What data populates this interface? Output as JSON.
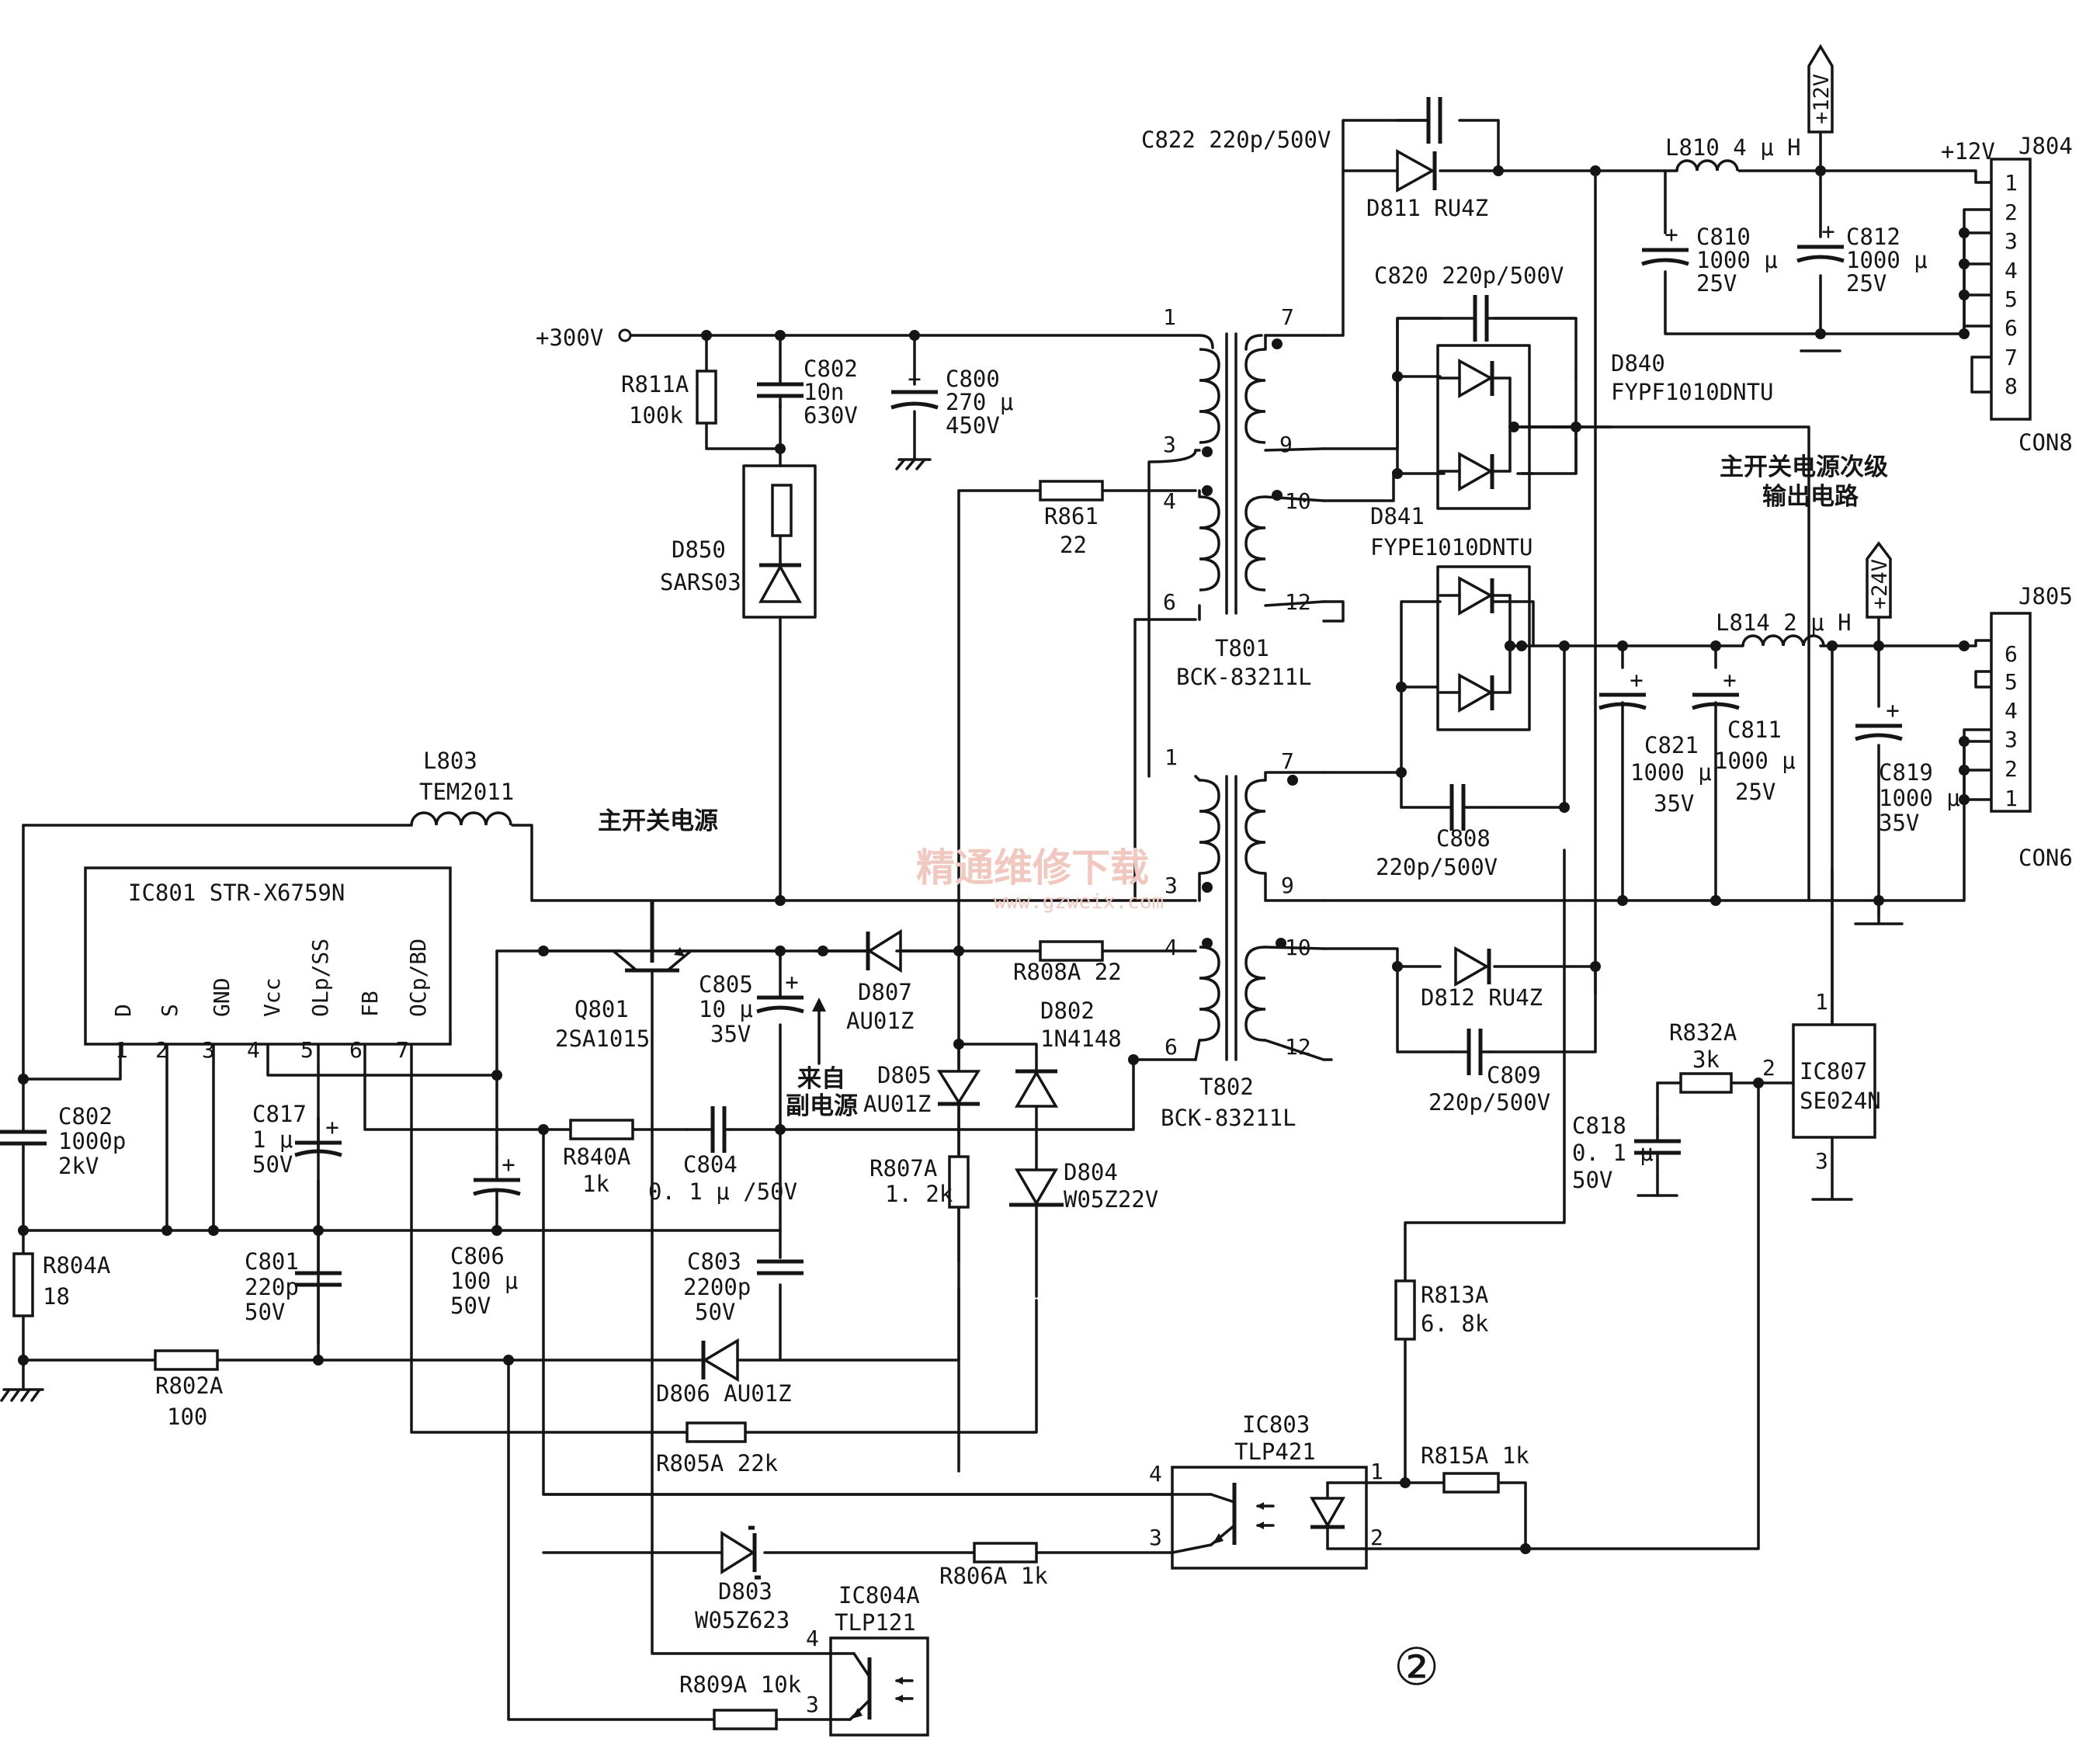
{
  "labels": {
    "v300": "+300V",
    "r811a_ref": "R811A",
    "r811a_val": "100k",
    "c802a_ref": "C802",
    "c802a_v1": "10n",
    "c802a_v2": "630V",
    "c800_ref": "C800",
    "c800_v1": "270 μ",
    "c800_v2": "450V",
    "d850_ref": "D850",
    "d850_val": "SARS03",
    "r861_ref": "R861",
    "r861_val": "22",
    "t801_ref": "T801",
    "t801_val": "BCK-83211L",
    "t802_ref": "T802",
    "t802_val": "BCK-83211L",
    "c822": "C822 220p/500V",
    "d811": "D811  RU4Z",
    "c820": "C820  220p/500V",
    "d840_ref": "D840",
    "d840_val": "FYPF1010DNTU",
    "d841_ref": "D841",
    "d841_val": "FYPE1010DNTU",
    "l810": "L810    4 μ H",
    "c810_ref": "C810",
    "c810_v1": "1000 μ",
    "c810_v2": "25V",
    "c812_ref": "C812",
    "c812_v1": "1000 μ",
    "c812_v2": "25V",
    "p12v_flag": "+12V",
    "p12v": "+12V",
    "j804_ref": "J804",
    "con8": "CON8",
    "note_secondary_1": "主开关电源次级",
    "note_secondary_2": "输出电路",
    "l814": "L814  2 μ H",
    "p24v_flag": "+24V",
    "j805_ref": "J805",
    "con6": "CON6",
    "c821_ref": "C821",
    "c821_v1": "1000 μ",
    "c821_v2": "35V",
    "c811_ref": "C811",
    "c811_v1": "1000 μ",
    "c811_v2": "25V",
    "c819_ref": "C819",
    "c819_v1": "1000 μ",
    "c819_v2": "35V",
    "c808_ref": "C808",
    "c808_val": "220p/500V",
    "d812": "D812  RU4Z",
    "c809_ref": "C809",
    "c809_val": "220p/500V",
    "l803_ref": "L803",
    "l803_val": "TEM2011",
    "note_main": "主开关电源",
    "ic801": "IC801  STR-X6759N",
    "q801_ref": "Q801",
    "q801_val": "2SA1015",
    "c805_ref": "C805",
    "c805_v1": "10 μ",
    "c805_v2": "35V",
    "d807_ref": "D807",
    "d807_val": "AU01Z",
    "r808a": "R808A  22",
    "d802_ref": "D802",
    "d802_val": "1N4148",
    "d805_ref": "D805",
    "d805_val": "AU01Z",
    "note_aux_1": "来自",
    "note_aux_2": "副电源",
    "c802b_ref": "C802",
    "c802b_v1": "1000p",
    "c802b_v2": "2kV",
    "c817_ref": "C817",
    "c817_v1": "1 μ",
    "c817_v2": "50V",
    "r840a_ref": "R840A",
    "r840a_val": "1k",
    "c804_ref": "C804",
    "c804_val": "0. 1 μ /50V",
    "r807a_ref": "R807A",
    "r807a_val": "1. 2k",
    "d804_ref": "D804",
    "d804_val": "W05Z22V",
    "r804a_ref": "R804A",
    "r804a_val": "18",
    "c801_ref": "C801",
    "c801_v1": "220p",
    "c801_v2": "50V",
    "c806_ref": "C806",
    "c806_v1": "100 μ",
    "c806_v2": "50V",
    "c803_ref": "C803",
    "c803_v1": "2200p",
    "c803_v2": "50V",
    "d806": "D806  AU01Z",
    "r802a_ref": "R802A",
    "r802a_val": "100",
    "r805a": "R805A  22k",
    "r832a_ref": "R832A",
    "r832a_val": "3k",
    "ic807_ref": "IC807",
    "ic807_val": "SE024N",
    "c818_ref": "C818",
    "c818_v1": "0. 1 μ",
    "c818_v2": "50V",
    "r813a_ref": "R813A",
    "r813a_val": "6. 8k",
    "ic803_ref": "IC803",
    "ic803_val": "TLP421",
    "r815a": "R815A  1k",
    "d803_ref": "D803",
    "d803_val": "W05Z623",
    "r806a": "R806A  1k",
    "ic804a_ref": "IC804A",
    "ic804a_val": "TLP121",
    "r809a": "R809A  10k",
    "figure_number": "②",
    "watermark_cn": "精通维修下载",
    "watermark_url": "www.gzweix.com"
  },
  "ic801_pins": [
    {
      "num": "1",
      "name": "D"
    },
    {
      "num": "2",
      "name": "S"
    },
    {
      "num": "3",
      "name": "GND"
    },
    {
      "num": "4",
      "name": "Vcc"
    },
    {
      "num": "5",
      "name": "OLp/SS"
    },
    {
      "num": "6",
      "name": "FB"
    },
    {
      "num": "7",
      "name": "OCp/BD"
    }
  ],
  "t801_pins": [
    "1",
    "3",
    "4",
    "6",
    "7",
    "9",
    "10",
    "12"
  ],
  "t802_pins": [
    "1",
    "3",
    "4",
    "6",
    "7",
    "9",
    "10",
    "12"
  ],
  "j804_pins": [
    "1",
    "2",
    "3",
    "4",
    "5",
    "6",
    "7",
    "8"
  ],
  "j805_pins": [
    "6",
    "5",
    "4",
    "3",
    "2",
    "1"
  ],
  "ic807_pins": [
    "1",
    "2",
    "3"
  ],
  "ic803_pins": [
    "4",
    "3",
    "1",
    "2"
  ],
  "ic804a_pins": [
    "4",
    "3"
  ]
}
